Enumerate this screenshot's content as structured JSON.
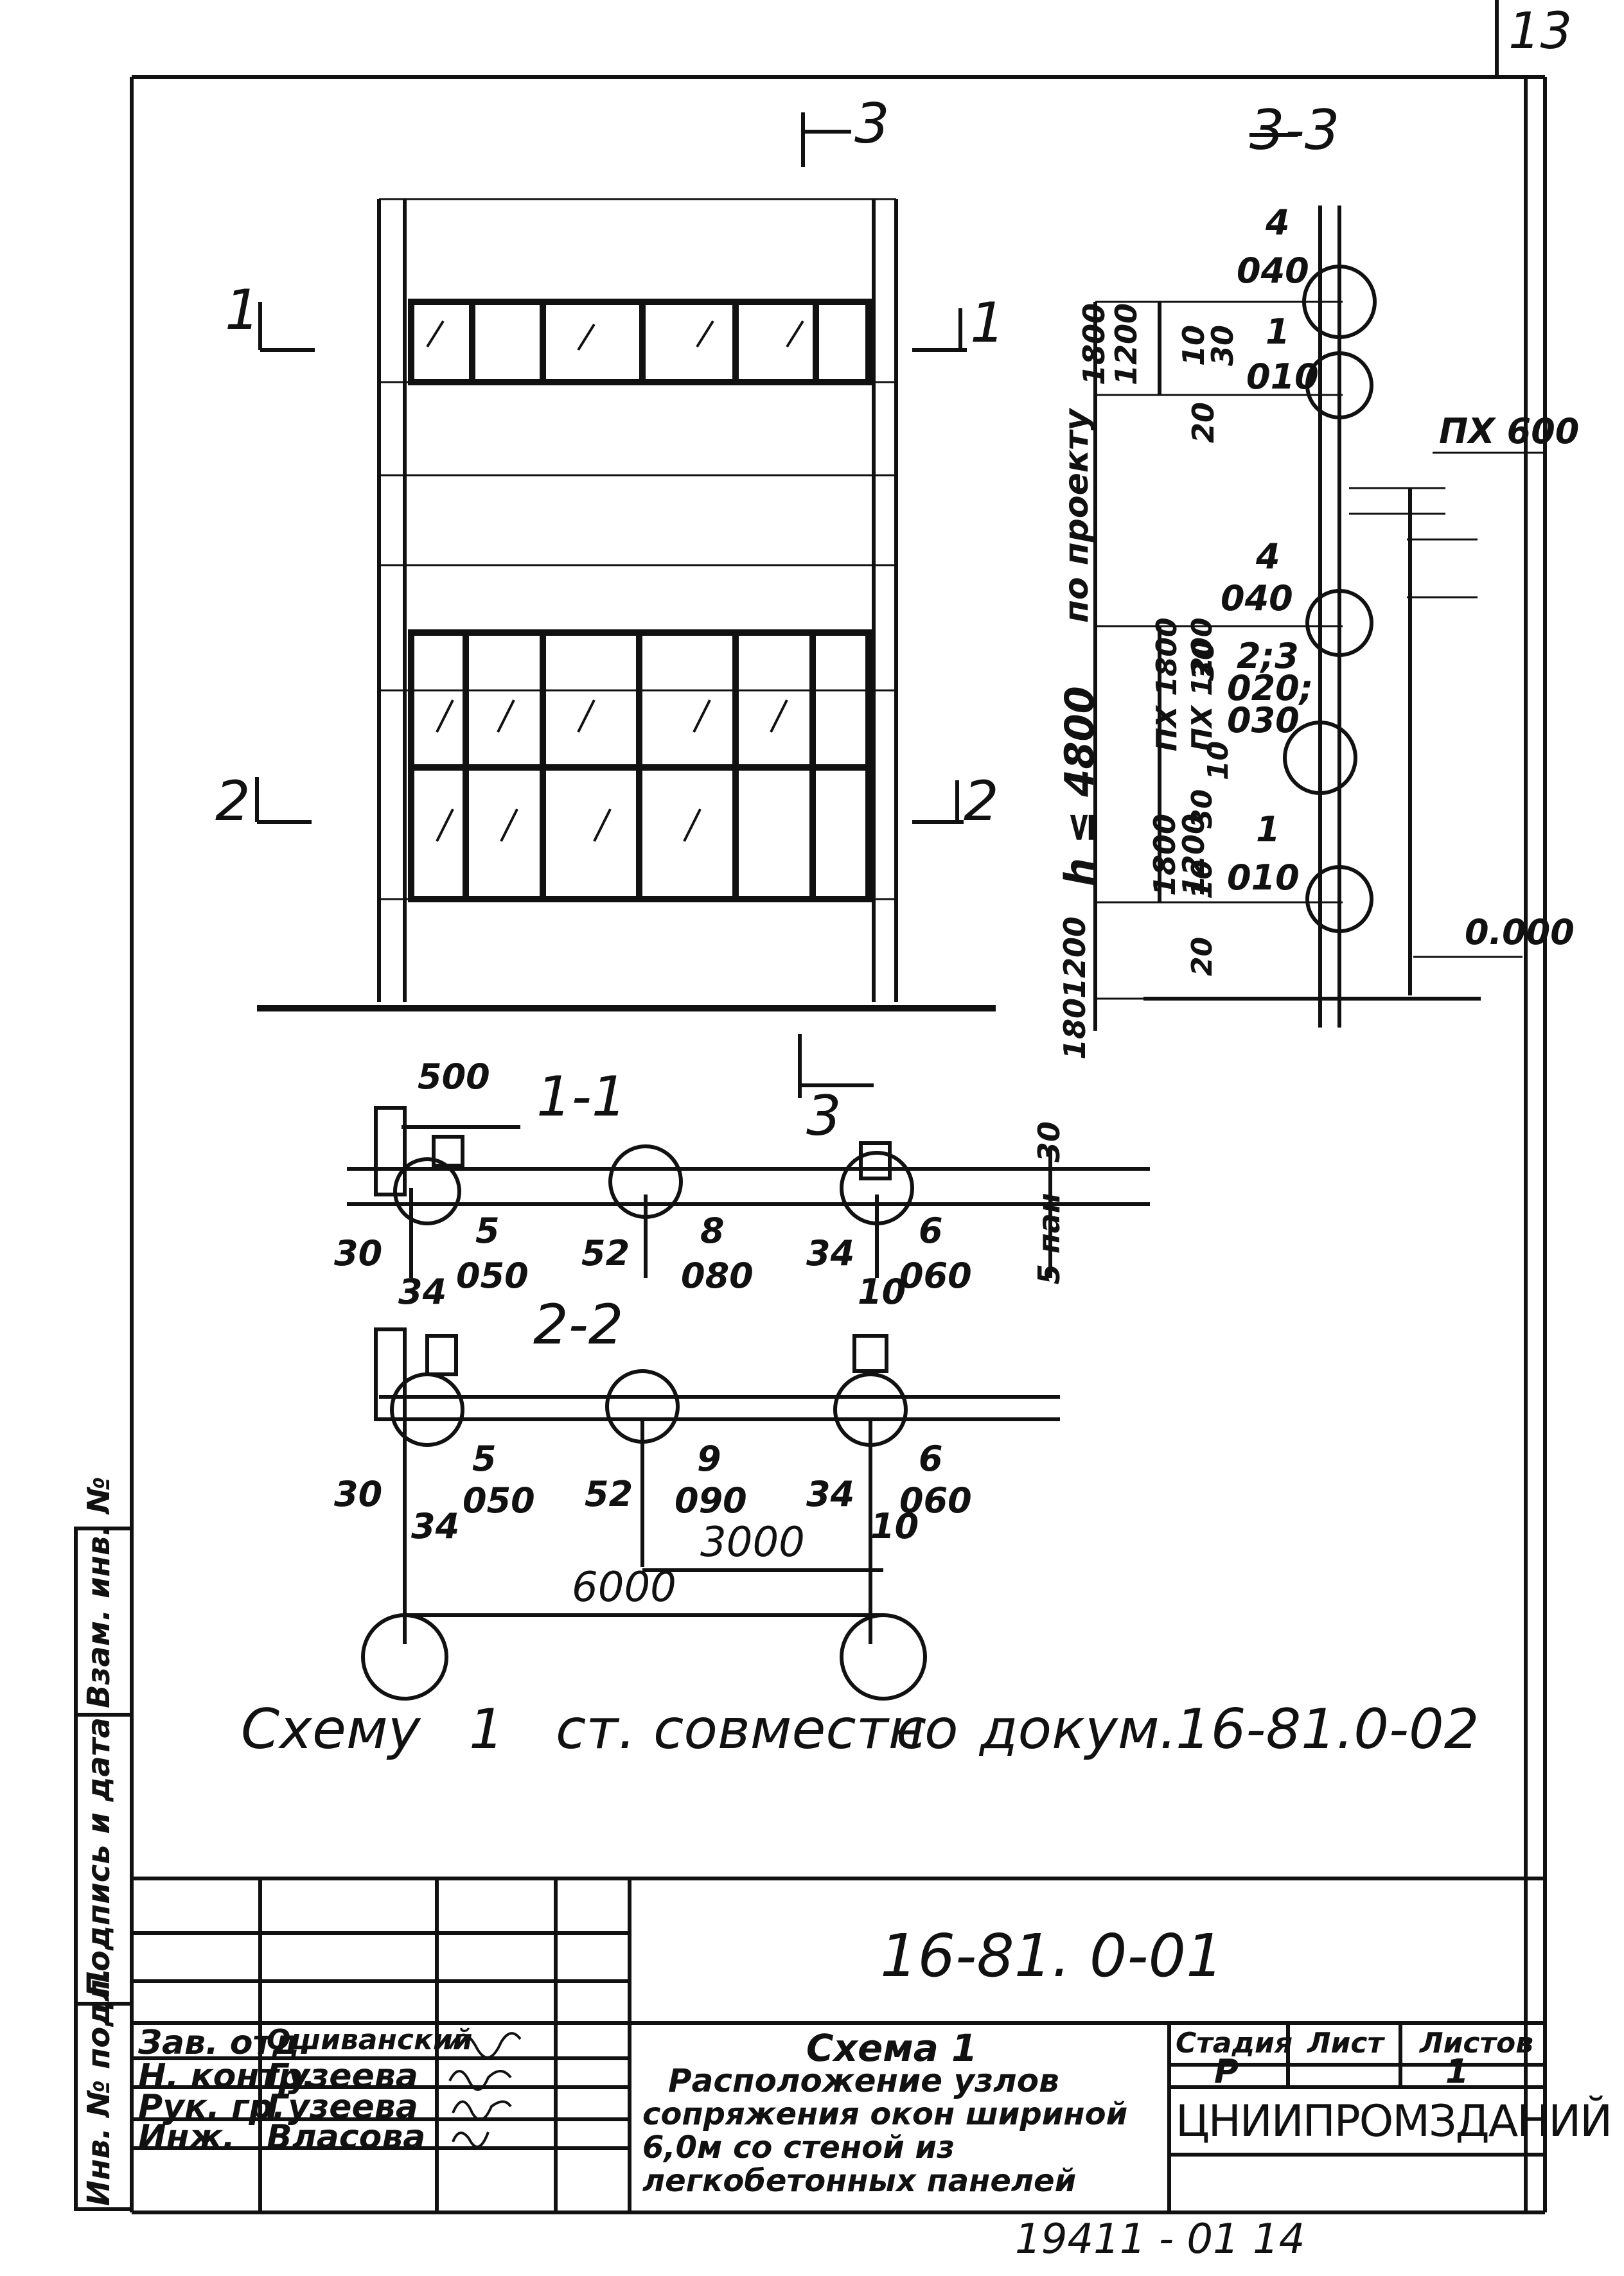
{
  "sheet": {
    "page_corner": "13",
    "bottom_number": "19411 - 01",
    "bottom_page": "14"
  },
  "section_marks": {
    "s1": "1",
    "s2": "2",
    "s3": "3"
  },
  "section_33": {
    "title": "3-3",
    "dims_left": [
      "1800",
      "1200",
      "по проекту",
      "h ≤ 4800",
      "1800",
      "1200",
      "1200",
      "180"
    ],
    "dims_inner": [
      "10",
      "30",
      "20",
      "30",
      "ПХ 1800",
      "ПХ 1200",
      "10",
      "30",
      "10",
      "20"
    ],
    "nodes": [
      {
        "num": "4",
        "code": "040"
      },
      {
        "num": "1",
        "code": "010"
      },
      {
        "num": "4",
        "code": "040"
      },
      {
        "num": "2;3",
        "code": "020;",
        "code2": "030"
      },
      {
        "num": "1",
        "code": "010"
      }
    ],
    "lintel": "ПХ 600",
    "level": "0.000"
  },
  "section_11": {
    "title": "1-1",
    "dim_top": "500",
    "dim_right": "30",
    "dim_right2": "5 пан",
    "nodes": [
      {
        "num": "5",
        "code": "050",
        "d1": "30",
        "d2": "34"
      },
      {
        "num": "8",
        "code": "080",
        "d1": "52",
        "d2": ""
      },
      {
        "num": "6",
        "code": "060",
        "d1": "34",
        "d2": "10"
      }
    ]
  },
  "section_22": {
    "title": "2-2",
    "nodes": [
      {
        "num": "5",
        "code": "050",
        "d1": "30",
        "d2": "34"
      },
      {
        "num": "9",
        "code": "090",
        "d1": "52",
        "d2": ""
      },
      {
        "num": "6",
        "code": "060",
        "d1": "34",
        "d2": "10"
      }
    ],
    "dim_3000": "3000",
    "dim_6000": "6000"
  },
  "note": {
    "parts": [
      "Схему",
      "1",
      "ст. совместно",
      "с",
      "докум.",
      "16-81.0-02"
    ]
  },
  "side_stamp": {
    "cells": [
      "Взам. инв. №",
      "Подпись и дата",
      "Инв. № подл."
    ]
  },
  "title_block": {
    "doc_code": "16-81. 0-01",
    "roles": [
      "Зав. отд.",
      "Н. контр.",
      "Рук. гр.",
      "Инж."
    ],
    "names": [
      "Ошиванский",
      "Гузеева",
      "Гузеева",
      "Власова"
    ],
    "title_lines": [
      "Схема 1",
      "Расположение узлов",
      "сопряжения окон шириной",
      "6,0м со стеной из",
      "легкобетонных панелей"
    ],
    "stage_header": "Стадия",
    "sheet_header": "Лист",
    "sheets_header": "Листов",
    "stage_value": "Р",
    "sheets_value": "1",
    "organization": "ЦНИИПРОМЗДАНИЙ"
  }
}
